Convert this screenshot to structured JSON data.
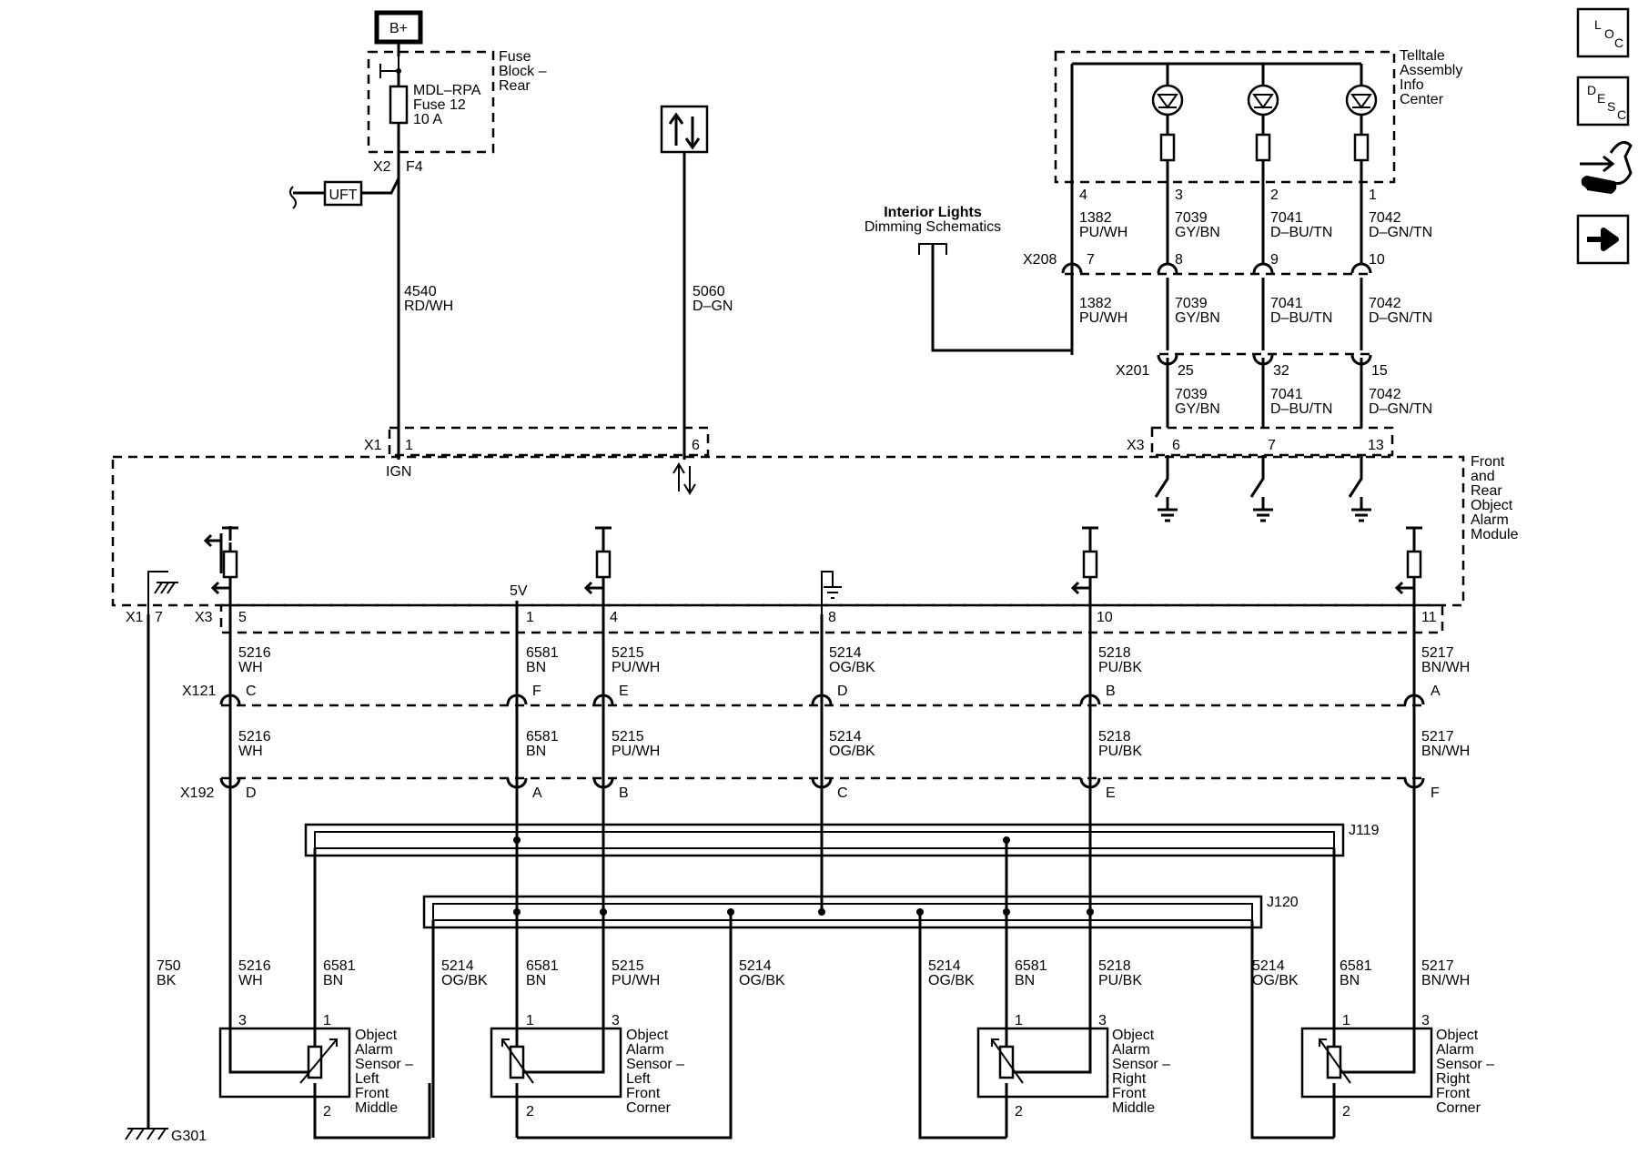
{
  "power": {
    "bplus": "B+"
  },
  "fuse_block": {
    "title": [
      "Fuse",
      "Block –",
      "Rear"
    ],
    "fuse": [
      "MDL–RPA",
      "Fuse 12",
      "10 A"
    ],
    "conn": "X2",
    "pin": "F4"
  },
  "uft": "UFT",
  "wire_ign": [
    "4540",
    "RD/WH"
  ],
  "wire_serial": [
    "5060",
    "D–GN"
  ],
  "telltale": {
    "title": [
      "Telltale",
      "Assembly",
      "Info",
      "Center"
    ],
    "pins": [
      "4",
      "3",
      "2",
      "1"
    ]
  },
  "interior_lights": [
    "Interior Lights",
    "Dimming Schematics"
  ],
  "tt_wires_top": [
    [
      "1382",
      "PU/WH"
    ],
    [
      "7039",
      "GY/BN"
    ],
    [
      "7041",
      "D–BU/TN"
    ],
    [
      "7042",
      "D–GN/TN"
    ]
  ],
  "x208": {
    "conn": "X208",
    "pins": [
      "7",
      "8",
      "9",
      "10"
    ]
  },
  "tt_wires_mid": [
    [
      "1382",
      "PU/WH"
    ],
    [
      "7039",
      "GY/BN"
    ],
    [
      "7041",
      "D–BU/TN"
    ],
    [
      "7042",
      "D–GN/TN"
    ]
  ],
  "x201": {
    "conn": "X201",
    "pins": [
      "25",
      "32",
      "15"
    ]
  },
  "tt_wires_low": [
    [
      "7039",
      "GY/BN"
    ],
    [
      "7041",
      "D–BU/TN"
    ],
    [
      "7042",
      "D–GN/TN"
    ]
  ],
  "module": {
    "title": [
      "Front",
      "and",
      "Rear",
      "Object",
      "Alarm",
      "Module"
    ],
    "x1_top": "X1",
    "x1_top_pins": [
      "1",
      "6"
    ],
    "ign": "IGN",
    "x3_top": "X3",
    "x3_top_pins": [
      "6",
      "7",
      "13"
    ],
    "x1_bot": "X1",
    "x1_bot_pin": "7",
    "x3_bot": "X3",
    "x3_bot_pins": [
      "5",
      "1",
      "4",
      "8",
      "10",
      "11"
    ],
    "five_v": "5V"
  },
  "bus_wires_a": [
    [
      "5216",
      "WH"
    ],
    [
      "6581",
      "BN"
    ],
    [
      "5215",
      "PU/WH"
    ],
    [
      "5214",
      "OG/BK"
    ],
    [
      "5218",
      "PU/BK"
    ],
    [
      "5217",
      "BN/WH"
    ]
  ],
  "x121": {
    "conn": "X121",
    "pins": [
      "C",
      "F",
      "E",
      "D",
      "B",
      "A"
    ]
  },
  "bus_wires_b": [
    [
      "5216",
      "WH"
    ],
    [
      "6581",
      "BN"
    ],
    [
      "5215",
      "PU/WH"
    ],
    [
      "5214",
      "OG/BK"
    ],
    [
      "5218",
      "PU/BK"
    ],
    [
      "5217",
      "BN/WH"
    ]
  ],
  "x192": {
    "conn": "X192",
    "pins": [
      "D",
      "A",
      "B",
      "C",
      "E",
      "F"
    ]
  },
  "splices": {
    "j119": "J119",
    "j120": "J120"
  },
  "ground_wire": [
    "750",
    "BK"
  ],
  "ground_label": "G301",
  "sensor_wires": [
    [
      "5216",
      "WH"
    ],
    [
      "6581",
      "BN"
    ],
    [
      "5214",
      "OG/BK"
    ],
    [
      "6581",
      "BN"
    ],
    [
      "5215",
      "PU/WH"
    ],
    [
      "5214",
      "OG/BK"
    ],
    [
      "5214",
      "OG/BK"
    ],
    [
      "6581",
      "BN"
    ],
    [
      "5218",
      "PU/BK"
    ],
    [
      "5214",
      "OG/BK"
    ],
    [
      "6581",
      "BN"
    ],
    [
      "5217",
      "BN/WH"
    ]
  ],
  "sensors": [
    {
      "name": [
        "Object",
        "Alarm",
        "Sensor –",
        "Left",
        "Front",
        "Middle"
      ],
      "pins": [
        "3",
        "1",
        "2"
      ]
    },
    {
      "name": [
        "Object",
        "Alarm",
        "Sensor –",
        "Left",
        "Front",
        "Corner"
      ],
      "pins": [
        "1",
        "3",
        "2"
      ]
    },
    {
      "name": [
        "Object",
        "Alarm",
        "Sensor –",
        "Right",
        "Front",
        "Middle"
      ],
      "pins": [
        "1",
        "3",
        "2"
      ]
    },
    {
      "name": [
        "Object",
        "Alarm",
        "Sensor –",
        "Right",
        "Front",
        "Corner"
      ],
      "pins": [
        "1",
        "3",
        "2"
      ]
    }
  ],
  "nav": {
    "loc": [
      "L",
      "O",
      "C"
    ],
    "desc": [
      "D",
      "E",
      "S",
      "C"
    ]
  }
}
